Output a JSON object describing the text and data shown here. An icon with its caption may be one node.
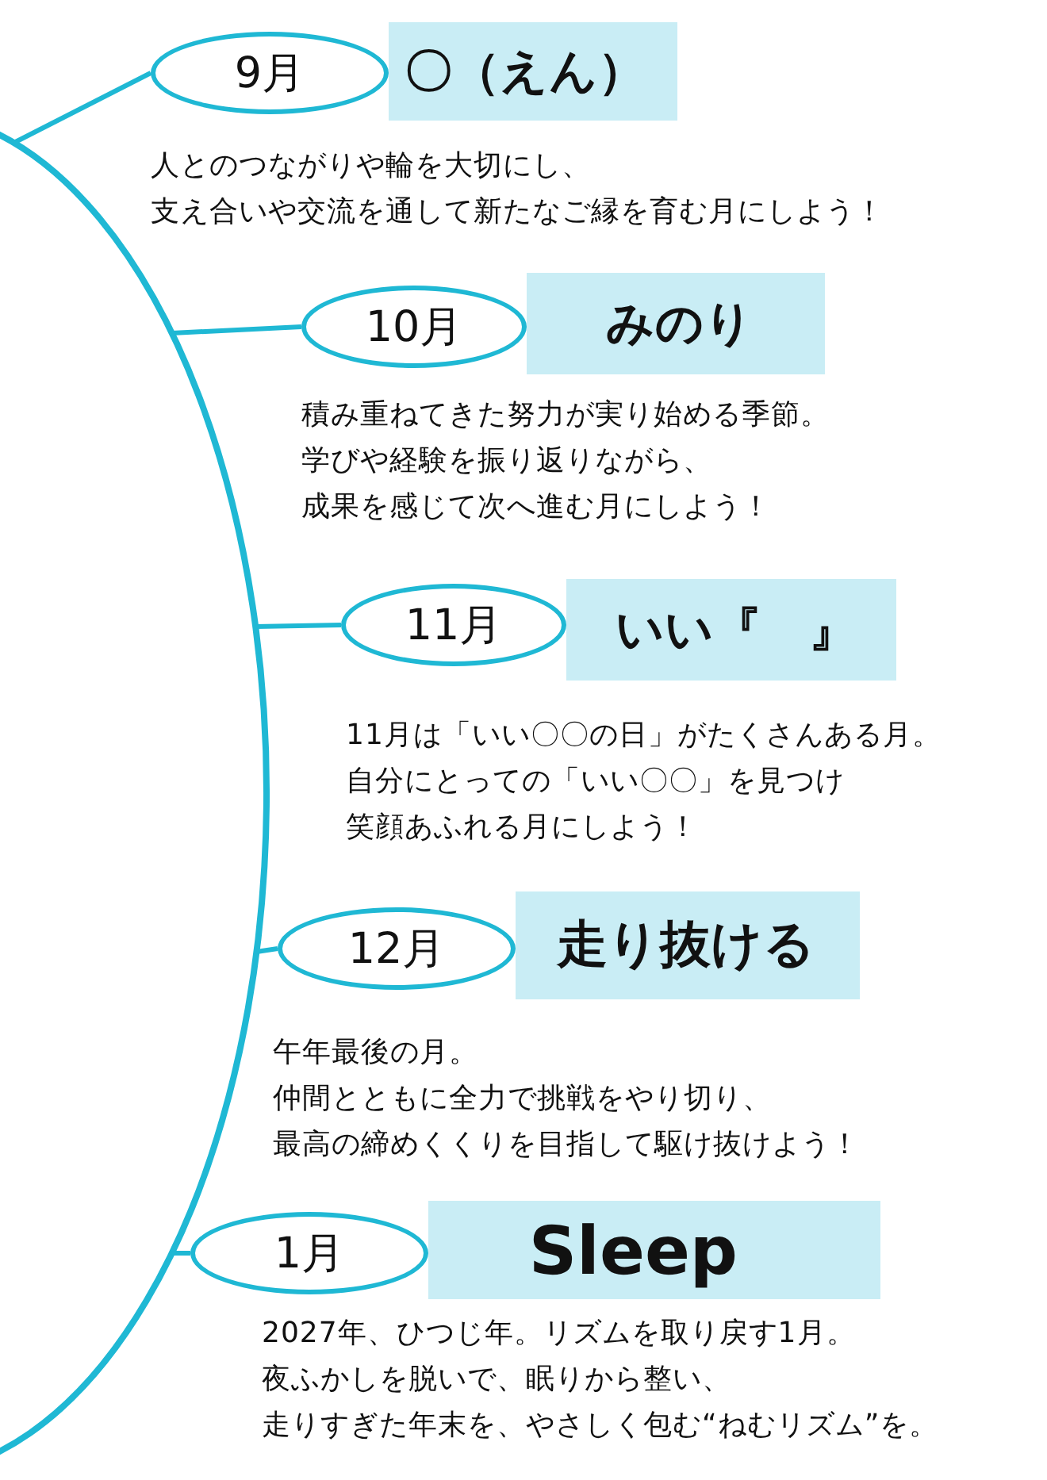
{
  "diagram": {
    "nodes": [
      {
        "text": [],
        "shape": "arc"
      },
      {
        "text": [
          "9月"
        ]
      },
      {
        "text": [
          "〇（えん）"
        ]
      },
      {
        "text": [
          "10月"
        ]
      },
      {
        "text": [
          "みのり"
        ]
      },
      {
        "text": [
          "11月"
        ]
      },
      {
        "text": [
          "いい『　』"
        ]
      },
      {
        "text": [
          "12月"
        ]
      },
      {
        "text": [
          "走り抜ける"
        ]
      },
      {
        "text": [
          "1月"
        ]
      },
      {
        "text": [
          "Sleep"
        ]
      }
    ],
    "edges": [
      {
        "from": 0,
        "to": 1,
        "arrow": "none"
      },
      {
        "from": 0,
        "to": 3,
        "arrow": "none"
      },
      {
        "from": 0,
        "to": 5,
        "arrow": "none"
      },
      {
        "from": 0,
        "to": 7,
        "arrow": "none"
      },
      {
        "from": 0,
        "to": 9,
        "arrow": "none"
      }
    ],
    "labels": [
      "人とのつながりや輪を大切にし、",
      "支え合いや交流を通して新たなご縁を育む月にしよう！",
      "積み重ねてきた努力が実り始める季節。",
      "学びや経験を振り返りながら、",
      "成果を感じて次へ進む月にしよう！",
      "11月は「いい〇〇の日」がたくさんある月。",
      "自分にとっての「いい〇〇」を見つけ",
      "笑顔あふれる月にしよう！",
      "午年最後の月。",
      "仲間とともに全力で挑戦をやり切り、",
      "最高の締めくくりを目指して駆け抜けよう！",
      "2027年、ひつじ年。リズムを取り戻す1月。",
      "夜ふかしを脱いで、眠りから整い、",
      "走りすぎた年末を、やさしく包む“ねむリズム”を。"
    ]
  }
}
